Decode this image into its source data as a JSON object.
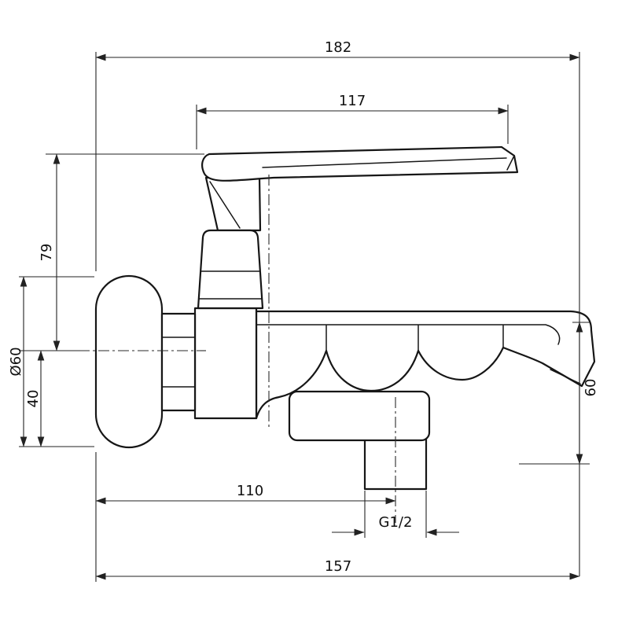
{
  "palette": {
    "background": "#ffffff",
    "line_color": "#161616",
    "dimension_color": "#222222"
  },
  "drawing": {
    "dimensions": {
      "overall_top": "182",
      "handle_length": "117",
      "height_above_axis": "79",
      "flange_diameter": "Ø60",
      "axis_to_flange_bottom": "40",
      "outlet_drop": "60",
      "axis_to_outlet": "110",
      "outlet_thread": "G1/2",
      "overall_bottom": "157"
    }
  }
}
